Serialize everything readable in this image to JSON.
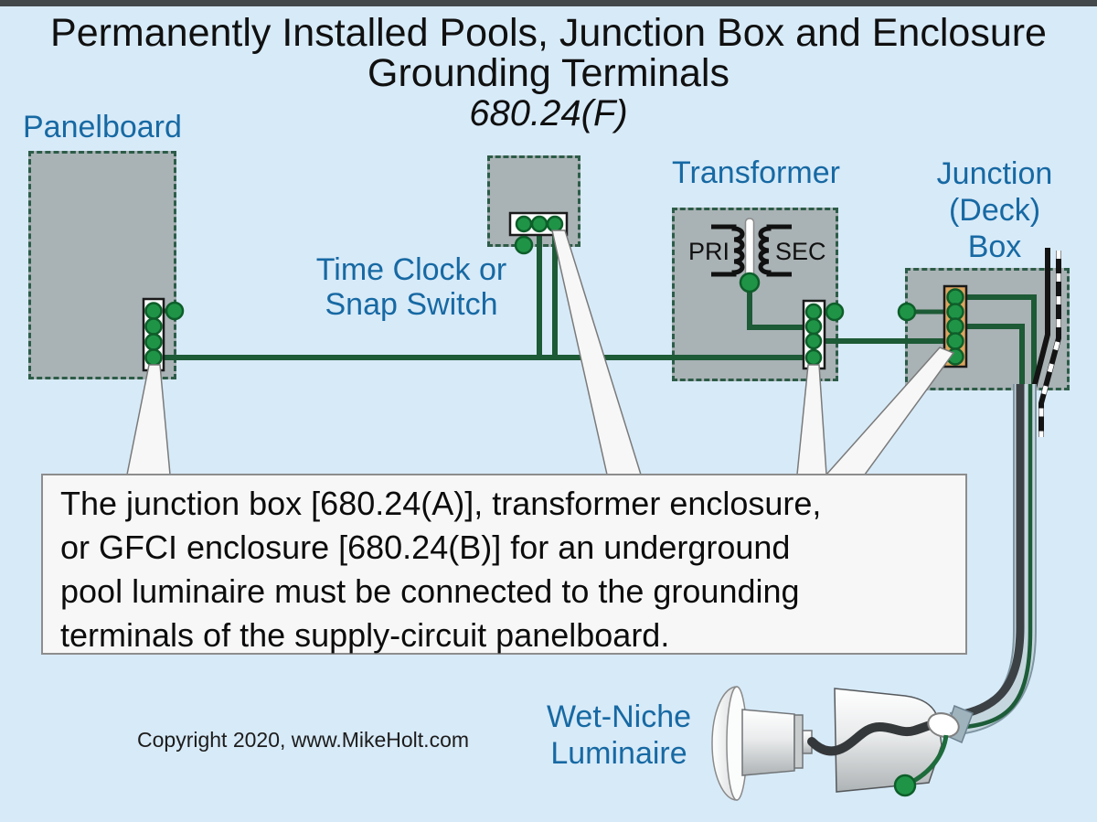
{
  "title": {
    "line1": "Permanently Installed Pools, Junction Box and Enclosure",
    "line2": "Grounding Terminals",
    "code": "680.24(F)"
  },
  "labels": {
    "panelboard": "Panelboard",
    "time_clock_line1": "Time Clock or",
    "time_clock_line2": "Snap Switch",
    "transformer": "Transformer",
    "junction_line1": "Junction",
    "junction_line2": "(Deck)",
    "junction_line3": "Box",
    "luminaire_line1": "Wet-Niche",
    "luminaire_line2": "Luminaire",
    "pri": "PRI",
    "sec": "SEC"
  },
  "callout": {
    "lines": [
      "The junction box [680.24(A)], transformer enclosure,",
      "or GFCI enclosure [680.24(B)] for an underground",
      "pool luminaire must be connected to the grounding",
      "terminals of the supply-circuit panelboard."
    ]
  },
  "footer": {
    "copyright": "Copyright 2020, www.MikeHolt.com"
  },
  "colors": {
    "background": "#d7eaf8",
    "label_blue": "#1769a3",
    "box_gray": "#a9b2b5",
    "dashed_border_green": "#2d5c48",
    "wire_green": "#1d5a36",
    "terminal_dot_green": "#1f9447",
    "junction_terminal_tan": "#dca55e",
    "callout_background": "#f7f7f7",
    "conduit_blue_gray": "#c5d6df"
  }
}
